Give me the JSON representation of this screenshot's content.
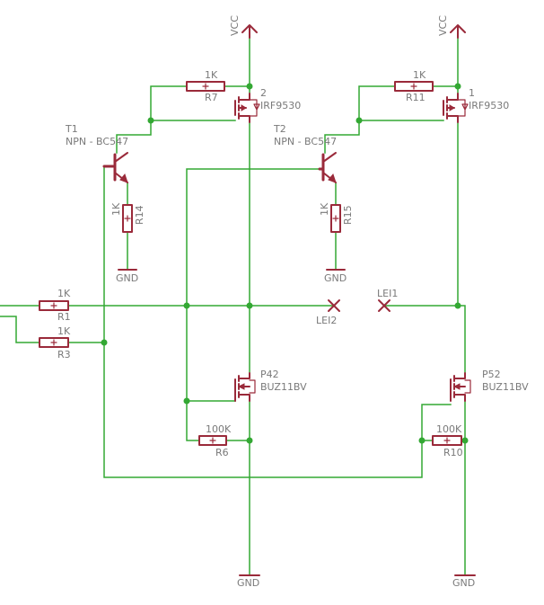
{
  "supplies": {
    "vcc_left": "VCC",
    "vcc_right": "VCC",
    "gnd_t1": "GND",
    "gnd_t2": "GND",
    "gnd_left": "GND",
    "gnd_right": "GND"
  },
  "resistors": {
    "r7": {
      "name": "R7",
      "value": "1K"
    },
    "r11": {
      "name": "R11",
      "value": "1K"
    },
    "r14": {
      "name": "R14",
      "value": "1K"
    },
    "r15": {
      "name": "R15",
      "value": "1K"
    },
    "r1": {
      "name": "R1",
      "value": "1K"
    },
    "r3": {
      "name": "R3",
      "value": "1K"
    },
    "r6": {
      "name": "R6",
      "value": "100K"
    },
    "r10": {
      "name": "R10",
      "value": "100K"
    }
  },
  "transistors": {
    "q2": {
      "name": "2",
      "part": "IRF9530"
    },
    "q1": {
      "name": "1",
      "part": "IRF9530"
    },
    "t1": {
      "name": "T1",
      "part": "NPN - BC547"
    },
    "t2": {
      "name": "T2",
      "part": "NPN - BC547"
    },
    "p42": {
      "name": "P42",
      "part": "BUZ11BV"
    },
    "p52": {
      "name": "P52",
      "part": "BUZ11BV"
    }
  },
  "ports": {
    "lei1": "LEI1",
    "lei2": "LEI2"
  }
}
